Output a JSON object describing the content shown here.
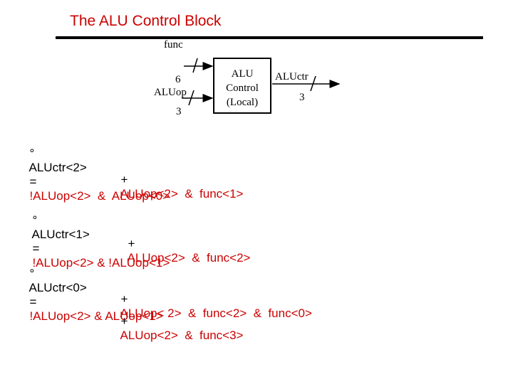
{
  "title": "The ALU Control Block",
  "diagram": {
    "input_func_label": "func",
    "input_func_width": "6",
    "input_aluop_label": "ALUop",
    "input_aluop_width": "3",
    "block_line1": "ALU",
    "block_line2": "Control",
    "block_line3": "(Local)",
    "output_label": "ALUctr",
    "output_width": "3"
  },
  "equations": [
    {
      "bullet": "°",
      "lhs": "ALUctr<2>",
      "eq": "=",
      "rhs": "!ALUop<2>  &  ALUop<0>"
    },
    {
      "plus": "+",
      "term": "ALUop<2>  &  func<1>"
    },
    {
      "bullet": "°",
      "lhs": "ALUctr<1>",
      "eq": "=",
      "rhs": "!ALUop<2> & !ALUop<1>"
    },
    {
      "plus": "+",
      "term": "ALUop<2>  &  func<2>"
    },
    {
      "bullet": "°",
      "lhs": "ALUctr<0>",
      "eq": "=",
      "rhs": "!ALUop<2> & ALUop<1>"
    },
    {
      "plus": "+",
      "term": "ALUop< 2>  &  func<2>  &  func<0>"
    },
    {
      "plus": "+",
      "term": "ALUop<2>  &  func<3>"
    }
  ]
}
